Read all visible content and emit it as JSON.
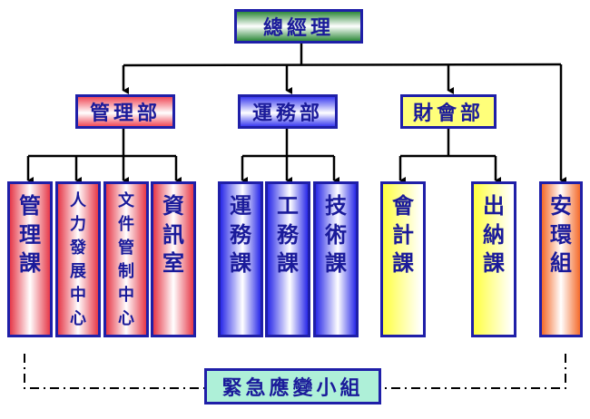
{
  "top": {
    "label": "總經理"
  },
  "departments": [
    {
      "label": "管理部"
    },
    {
      "label": "運務部"
    },
    {
      "label": "財會部"
    }
  ],
  "units": [
    {
      "label": "管理課",
      "department": "管理部"
    },
    {
      "label": "人力發展中心",
      "department": "管理部"
    },
    {
      "label": "文件管制中心",
      "department": "管理部"
    },
    {
      "label": "資訊室",
      "department": "管理部"
    },
    {
      "label": "運務課",
      "department": "運務部"
    },
    {
      "label": "工務課",
      "department": "運務部"
    },
    {
      "label": "技術課",
      "department": "運務部"
    },
    {
      "label": "會計課",
      "department": "財會部"
    },
    {
      "label": "出納課",
      "department": "財會部"
    },
    {
      "label": "安環組",
      "department": "總經理"
    }
  ],
  "emergency": {
    "label": "緊急應變小組"
  },
  "colors": {
    "border": "#1f1fa8",
    "text": "#1a1a9a",
    "top": "#2f8a3a",
    "management": "#e63848",
    "operations": "#2a2ae8",
    "finance": "#ffff40",
    "safety": "#f46a2a",
    "emergency": "#aef0d8"
  }
}
